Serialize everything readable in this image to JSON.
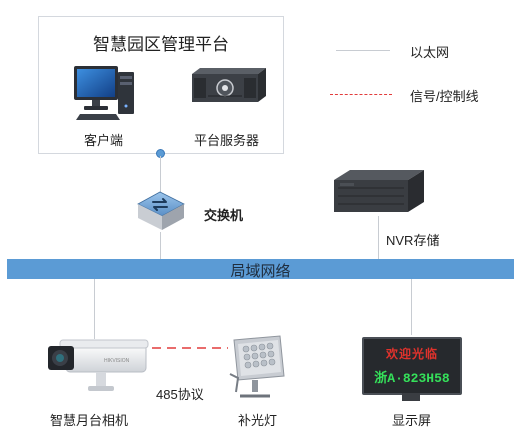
{
  "platform": {
    "title": "智慧园区管理平台",
    "client_label": "客户端",
    "server_label": "平台服务器"
  },
  "legend": {
    "ethernet_label": "以太网",
    "signal_label": "信号/控制线"
  },
  "switch": {
    "label": "交换机"
  },
  "nvr": {
    "label": "NVR存储"
  },
  "bus": {
    "label": "局域网络"
  },
  "camera": {
    "label": "智慧月台相机"
  },
  "protocol": {
    "label": "485协议"
  },
  "light": {
    "label": "补光灯"
  },
  "display": {
    "label": "显示屏",
    "top_text": "欢迎光临",
    "bottom_text": "浙A·823H58"
  },
  "colors": {
    "bus": "#5b9bd5",
    "signal_line": "#e23b3b",
    "ethernet_line": "#c8ccd2",
    "display_red": "#e0322c",
    "display_green": "#35e05a"
  }
}
